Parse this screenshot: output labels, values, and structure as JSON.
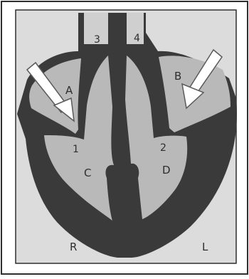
{
  "diagram": {
    "chambers": {
      "a": "A",
      "b": "B",
      "c": "C",
      "d": "D"
    },
    "valves": {
      "v1": "1",
      "v2": "2",
      "v3": "3",
      "v4": "4"
    },
    "sides": {
      "right": "R",
      "left": "L"
    }
  },
  "colors": {
    "background": "#dcdcdc",
    "muscle": "#3a3a3a",
    "chamber": "#b9b9b9",
    "vessel": "#cfcfcf",
    "arrow_fill": "#ffffff",
    "arrow_stroke": "#5a5a5a"
  },
  "icons": [
    "inflow-arrow-right-atrium",
    "inflow-arrow-left-atrium"
  ]
}
